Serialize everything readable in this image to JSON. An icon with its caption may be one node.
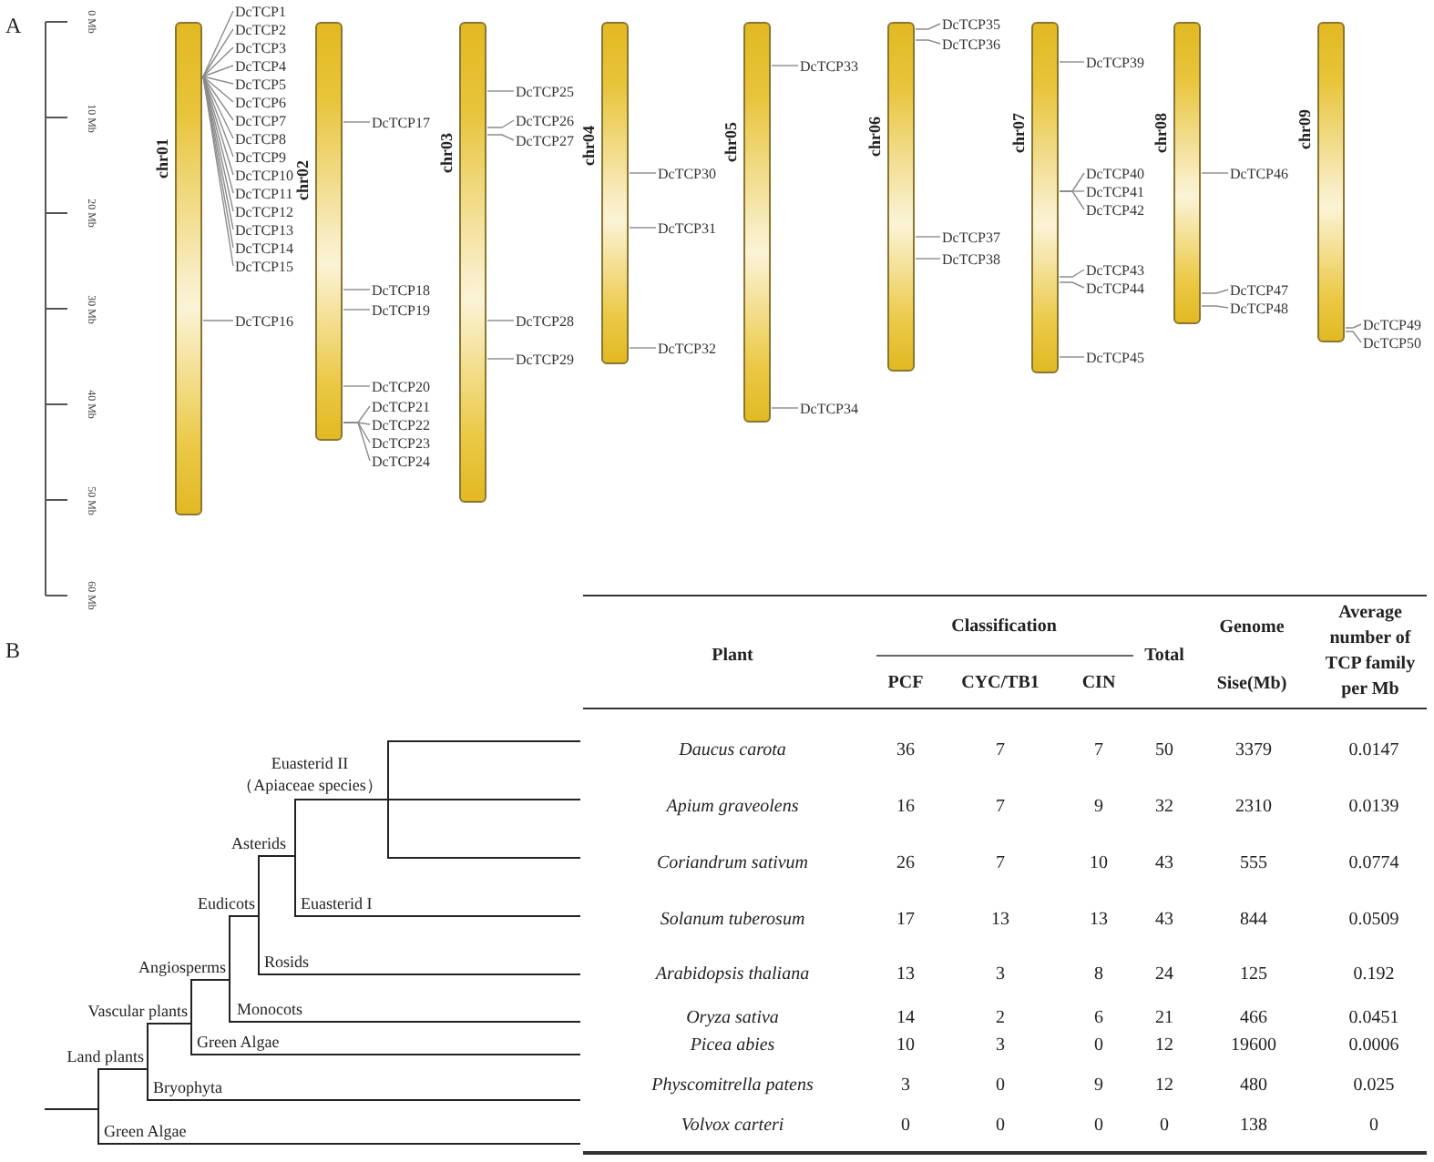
{
  "diagram": {
    "nodes": [
      {
        "text": [
          "chr01"
        ]
      },
      {
        "text": [
          "DcTCP1"
        ]
      },
      {
        "text": [
          "DcTCP2"
        ]
      },
      {
        "text": [
          "DcTCP3"
        ]
      },
      {
        "text": [
          "DcTCP4"
        ]
      },
      {
        "text": [
          "DcTCP5"
        ]
      },
      {
        "text": [
          "DcTCP6"
        ]
      },
      {
        "text": [
          "DcTCP7"
        ]
      },
      {
        "text": [
          "DcTCP8"
        ]
      },
      {
        "text": [
          "DcTCP9"
        ]
      },
      {
        "text": [
          "DcTCP10"
        ]
      },
      {
        "text": [
          "DcTCP11"
        ]
      },
      {
        "text": [
          "DcTCP12"
        ]
      },
      {
        "text": [
          "DcTCP13"
        ]
      },
      {
        "text": [
          "DcTCP14"
        ]
      },
      {
        "text": [
          "DcTCP15"
        ]
      },
      {
        "text": [
          "DcTCP16"
        ]
      },
      {
        "text": [
          "chr02"
        ]
      },
      {
        "text": [
          "DcTCP17"
        ]
      },
      {
        "text": [
          "DcTCP18"
        ]
      },
      {
        "text": [
          "DcTCP19"
        ]
      },
      {
        "text": [
          "DcTCP20"
        ]
      },
      {
        "text": [
          "DcTCP21"
        ]
      },
      {
        "text": [
          "DcTCP22"
        ]
      },
      {
        "text": [
          "DcTCP23"
        ]
      },
      {
        "text": [
          "DcTCP24"
        ]
      },
      {
        "text": [
          "chr03"
        ]
      },
      {
        "text": [
          "DcTCP25"
        ]
      },
      {
        "text": [
          "DcTCP26"
        ]
      },
      {
        "text": [
          "DcTCP27"
        ]
      },
      {
        "text": [
          "DcTCP28"
        ]
      },
      {
        "text": [
          "DcTCP29"
        ]
      },
      {
        "text": [
          "chr04"
        ]
      },
      {
        "text": [
          "DcTCP30"
        ]
      },
      {
        "text": [
          "DcTCP31"
        ]
      },
      {
        "text": [
          "DcTCP32"
        ]
      },
      {
        "text": [
          "chr05"
        ]
      },
      {
        "text": [
          "DcTCP33"
        ]
      },
      {
        "text": [
          "DcTCP34"
        ]
      },
      {
        "text": [
          "chr06"
        ]
      },
      {
        "text": [
          "DcTCP35"
        ]
      },
      {
        "text": [
          "DcTCP36"
        ]
      },
      {
        "text": [
          "DcTCP37"
        ]
      },
      {
        "text": [
          "DcTCP38"
        ]
      },
      {
        "text": [
          "chr07"
        ]
      },
      {
        "text": [
          "DcTCP39"
        ]
      },
      {
        "text": [
          "DcTCP40"
        ]
      },
      {
        "text": [
          "DcTCP41"
        ]
      },
      {
        "text": [
          "DcTCP42"
        ]
      },
      {
        "text": [
          "DcTCP43"
        ]
      },
      {
        "text": [
          "DcTCP44"
        ]
      },
      {
        "text": [
          "DcTCP45"
        ]
      },
      {
        "text": [
          "chr08"
        ]
      },
      {
        "text": [
          "DcTCP46"
        ]
      },
      {
        "text": [
          "DcTCP47"
        ]
      },
      {
        "text": [
          "DcTCP48"
        ]
      },
      {
        "text": [
          "chr09"
        ]
      },
      {
        "text": [
          "DcTCP49"
        ]
      },
      {
        "text": [
          "DcTCP50"
        ]
      }
    ],
    "edges": [
      {
        "from": 1,
        "to": 0,
        "arrow": "none"
      },
      {
        "from": 2,
        "to": 0,
        "arrow": "none"
      },
      {
        "from": 3,
        "to": 0,
        "arrow": "none"
      },
      {
        "from": 4,
        "to": 0,
        "arrow": "none"
      },
      {
        "from": 5,
        "to": 0,
        "arrow": "none"
      },
      {
        "from": 6,
        "to": 0,
        "arrow": "none"
      },
      {
        "from": 7,
        "to": 0,
        "arrow": "none"
      },
      {
        "from": 8,
        "to": 0,
        "arrow": "none"
      },
      {
        "from": 9,
        "to": 0,
        "arrow": "none"
      },
      {
        "from": 10,
        "to": 0,
        "arrow": "none"
      },
      {
        "from": 11,
        "to": 0,
        "arrow": "none"
      },
      {
        "from": 12,
        "to": 0,
        "arrow": "none"
      },
      {
        "from": 13,
        "to": 0,
        "arrow": "none"
      },
      {
        "from": 14,
        "to": 0,
        "arrow": "none"
      },
      {
        "from": 15,
        "to": 0,
        "arrow": "none"
      },
      {
        "from": 16,
        "to": 0,
        "arrow": "none"
      },
      {
        "from": 18,
        "to": 17,
        "arrow": "none"
      },
      {
        "from": 19,
        "to": 17,
        "arrow": "none"
      },
      {
        "from": 20,
        "to": 17,
        "arrow": "none"
      },
      {
        "from": 21,
        "to": 17,
        "arrow": "none"
      },
      {
        "from": 22,
        "to": 17,
        "arrow": "none"
      },
      {
        "from": 23,
        "to": 17,
        "arrow": "none"
      },
      {
        "from": 24,
        "to": 17,
        "arrow": "none"
      },
      {
        "from": 25,
        "to": 17,
        "arrow": "none"
      },
      {
        "from": 27,
        "to": 26,
        "arrow": "none"
      },
      {
        "from": 28,
        "to": 26,
        "arrow": "none"
      },
      {
        "from": 29,
        "to": 26,
        "arrow": "none"
      },
      {
        "from": 30,
        "to": 26,
        "arrow": "none"
      },
      {
        "from": 31,
        "to": 26,
        "arrow": "none"
      },
      {
        "from": 33,
        "to": 32,
        "arrow": "none"
      },
      {
        "from": 34,
        "to": 32,
        "arrow": "none"
      },
      {
        "from": 35,
        "to": 32,
        "arrow": "none"
      },
      {
        "from": 37,
        "to": 36,
        "arrow": "none"
      },
      {
        "from": 38,
        "to": 36,
        "arrow": "none"
      },
      {
        "from": 40,
        "to": 39,
        "arrow": "none"
      },
      {
        "from": 41,
        "to": 39,
        "arrow": "none"
      },
      {
        "from": 42,
        "to": 39,
        "arrow": "none"
      },
      {
        "from": 43,
        "to": 39,
        "arrow": "none"
      },
      {
        "from": 45,
        "to": 44,
        "arrow": "none"
      },
      {
        "from": 46,
        "to": 44,
        "arrow": "none"
      },
      {
        "from": 47,
        "to": 44,
        "arrow": "none"
      },
      {
        "from": 48,
        "to": 44,
        "arrow": "none"
      },
      {
        "from": 49,
        "to": 44,
        "arrow": "none"
      },
      {
        "from": 50,
        "to": 44,
        "arrow": "none"
      },
      {
        "from": 51,
        "to": 44,
        "arrow": "none"
      },
      {
        "from": 53,
        "to": 52,
        "arrow": "none"
      },
      {
        "from": 54,
        "to": 52,
        "arrow": "none"
      },
      {
        "from": 55,
        "to": 52,
        "arrow": "none"
      },
      {
        "from": 57,
        "to": 56,
        "arrow": "none"
      },
      {
        "from": 58,
        "to": 56,
        "arrow": "none"
      }
    ],
    "labels": [
      "A",
      "0 Mb",
      "10 Mb",
      "20 Mb",
      "30 Mb",
      "40 Mb",
      "50 Mb",
      "60 Mb",
      "B",
      "Plant",
      "Classification",
      "Total",
      "Genome Sise(Mb)",
      "Average number of TCP family per Mb",
      "PCF",
      "CYC/TB1",
      "CIN",
      "Euasterid II （Apiaceae species）",
      "Asterids",
      "Eudicots",
      "Euasterid I",
      "Angiosperms",
      "Rosids",
      "Vascular plants",
      "Monocots",
      "Green Algae",
      "Land plants",
      "Bryophyta",
      "Green Algae",
      "Daucus carota",
      "36",
      "7",
      "7",
      "50",
      "3379",
      "0.0147",
      "Apium graveolens",
      "16",
      "7",
      "9",
      "32",
      "2310",
      "0.0139",
      "Coriandrum sativum",
      "26",
      "7",
      "10",
      "43",
      "555",
      "0.0774",
      "Solanum tuberosum",
      "17",
      "13",
      "13",
      "43",
      "844",
      "0.0509",
      "Arabidopsis thaliana",
      "13",
      "3",
      "8",
      "24",
      "125",
      "0.192",
      "Oryza sativa",
      "14",
      "2",
      "6",
      "21",
      "466",
      "0.0451",
      "Picea abies",
      "10",
      "3",
      "0",
      "12",
      "19600",
      "0.0006",
      "Physcomitrella patens",
      "3",
      "0",
      "9",
      "12",
      "480",
      "0.025",
      "Volvox carteri",
      "0",
      "0",
      "0",
      "0",
      "138",
      "0"
    ]
  }
}
